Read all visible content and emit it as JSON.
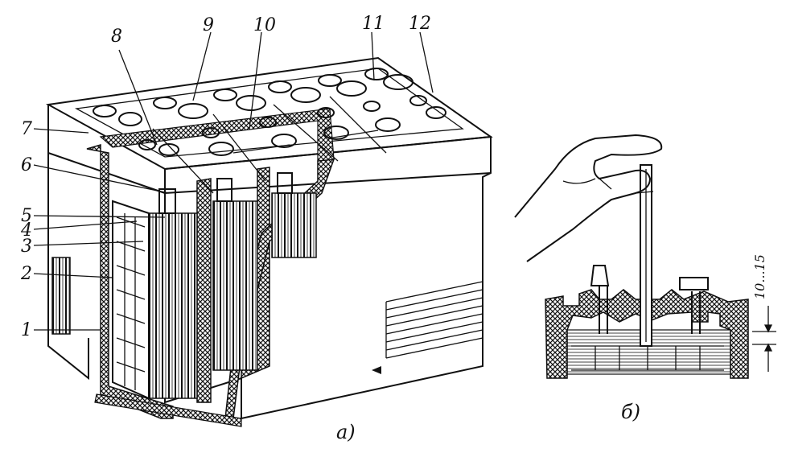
{
  "callouts": {
    "n1": "1",
    "n2": "2",
    "n3": "3",
    "n4": "4",
    "n5": "5",
    "n6": "6",
    "n7": "7",
    "n8": "8",
    "n9": "9",
    "n10": "10",
    "n11": "11",
    "n12": "12"
  },
  "captions": {
    "a": "a)",
    "b": "б)"
  },
  "dimension": "10...15"
}
